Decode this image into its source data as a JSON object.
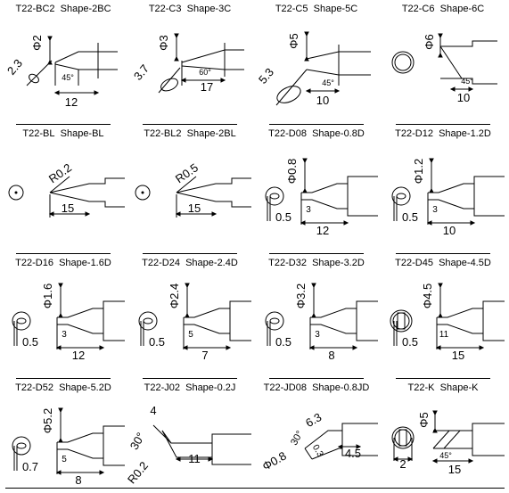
{
  "rows": [
    {
      "cells": [
        {
          "code": "T22-BC2",
          "shape": "Shape-2BC",
          "type": "bc",
          "dims": {
            "dia": "Φ2",
            "len": "12",
            "angle": "45°",
            "face": "2.3"
          }
        },
        {
          "code": "T22-C3",
          "shape": "Shape-3C",
          "type": "c3",
          "dims": {
            "dia": "Φ3",
            "len": "17",
            "angle": "60°",
            "face": "3.7"
          }
        },
        {
          "code": "T22-C5",
          "shape": "Shape-5C",
          "type": "c5",
          "dims": {
            "dia": "Φ5",
            "len": "10",
            "angle": "45°",
            "face": "5.3"
          }
        },
        {
          "code": "T22-C6",
          "shape": "Shape-6C",
          "type": "c6",
          "dims": {
            "dia": "Φ6",
            "len": "10",
            "angle": "45°"
          }
        }
      ]
    },
    {
      "cells": [
        {
          "code": "T22-BL",
          "shape": "Shape-BL",
          "type": "bl",
          "dims": {
            "radius": "R0.2",
            "len": "15"
          }
        },
        {
          "code": "T22-BL2",
          "shape": "Shape-2BL",
          "type": "bl",
          "dims": {
            "radius": "R0.5",
            "len": "15"
          }
        },
        {
          "code": "T22-D08",
          "shape": "Shape-0.8D",
          "type": "d",
          "dims": {
            "dia": "Φ0.8",
            "thick": "0.5",
            "tip": "3",
            "len": "12"
          }
        },
        {
          "code": "T22-D12",
          "shape": "Shape-1.2D",
          "type": "d",
          "dims": {
            "dia": "Φ1.2",
            "thick": "0.5",
            "tip": "3",
            "len": "10"
          }
        }
      ]
    },
    {
      "cells": [
        {
          "code": "T22-D16",
          "shape": "Shape-1.6D",
          "type": "d",
          "dims": {
            "dia": "Φ1.6",
            "thick": "0.5",
            "tip": "3",
            "len": "12"
          }
        },
        {
          "code": "T22-D24",
          "shape": "Shape-2.4D",
          "type": "d",
          "dims": {
            "dia": "Φ2.4",
            "thick": "0.5",
            "tip": "5",
            "len": "7"
          }
        },
        {
          "code": "T22-D32",
          "shape": "Shape-3.2D",
          "type": "d",
          "dims": {
            "dia": "Φ3.2",
            "thick": "0.5",
            "tip": "3",
            "len": "8"
          }
        },
        {
          "code": "T22-D45",
          "shape": "Shape-4.5D",
          "type": "d",
          "dims": {
            "dia": "Φ4.5",
            "thick": "0.5",
            "tip": "11",
            "len": "15"
          }
        }
      ]
    },
    {
      "cells": [
        {
          "code": "T22-D52",
          "shape": "Shape-5.2D",
          "type": "d",
          "dims": {
            "dia": "Φ5.2",
            "thick": "0.7",
            "tip": "5",
            "len": "8"
          }
        },
        {
          "code": "T22-J02",
          "shape": "Shape-0.2J",
          "type": "j",
          "dims": {
            "radius": "R0.2",
            "len": "11",
            "angle": "30°",
            "face": "4"
          }
        },
        {
          "code": "T22-JD08",
          "shape": "Shape-0.8JD",
          "type": "jd",
          "dims": {
            "dia": "Φ0.8",
            "angle": "30°",
            "face": "6.3",
            "thick": "0.3",
            "len": "4.5"
          }
        },
        {
          "code": "T22-K",
          "shape": "Shape-K",
          "type": "k",
          "dims": {
            "dia": "Φ5",
            "thick": "2",
            "angle": "45°",
            "len": "15"
          }
        }
      ]
    }
  ]
}
